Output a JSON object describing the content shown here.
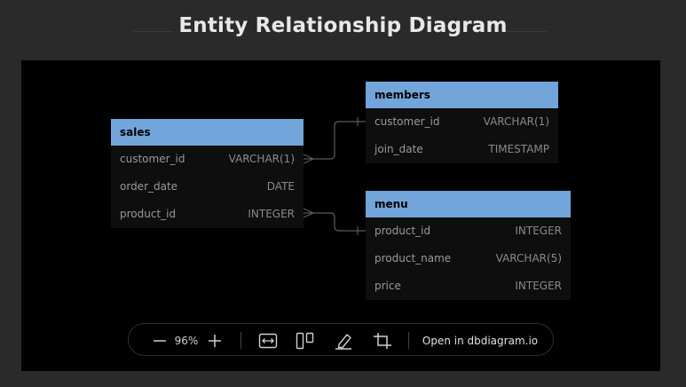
{
  "page": {
    "title": "Entity Relationship Diagram"
  },
  "tables": {
    "sales": {
      "name": "sales",
      "fields": [
        {
          "name": "customer_id",
          "type": "VARCHAR(1)"
        },
        {
          "name": "order_date",
          "type": "DATE"
        },
        {
          "name": "product_id",
          "type": "INTEGER"
        }
      ]
    },
    "members": {
      "name": "members",
      "fields": [
        {
          "name": "customer_id",
          "type": "VARCHAR(1)"
        },
        {
          "name": "join_date",
          "type": "TIMESTAMP"
        }
      ]
    },
    "menu": {
      "name": "menu",
      "fields": [
        {
          "name": "product_id",
          "type": "INTEGER"
        },
        {
          "name": "product_name",
          "type": "VARCHAR(5)"
        },
        {
          "name": "price",
          "type": "INTEGER"
        }
      ]
    }
  },
  "toolbar": {
    "zoom_level": "96%",
    "open_label": "Open in dbdiagram.io"
  },
  "colors": {
    "table_header": "#72a5da",
    "canvas_background": "#000000",
    "page_background": "#2a2a2a"
  }
}
